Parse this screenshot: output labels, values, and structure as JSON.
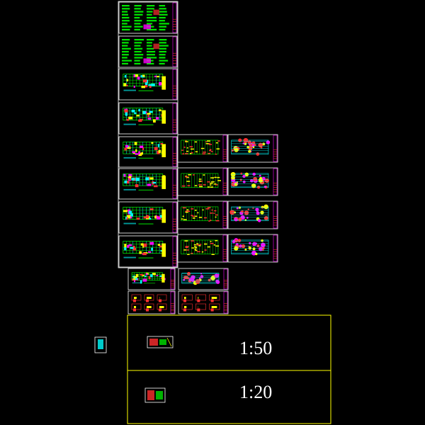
{
  "colors": {
    "background": "#000000",
    "sheet_border": "#ffffff",
    "frame": "#ffff00",
    "linework_green": "#00ff00",
    "linework_red": "#ff3030",
    "linework_yellow": "#ffff00",
    "linework_cyan": "#00ffff",
    "linework_magenta": "#ff00ff",
    "title_block": "#ff00ff"
  },
  "sheets": {
    "column_1": [
      "notes-sheet-1",
      "notes-sheet-2",
      "plan-sheet-1",
      "plan-sheet-2",
      "plan-sheet-3",
      "plan-sheet-4",
      "plan-sheet-5",
      "plan-sheet-6"
    ],
    "column_2": [
      "rebar-sheet-1",
      "rebar-sheet-2",
      "rebar-sheet-3",
      "rebar-sheet-4"
    ],
    "column_3": [
      "beam-sheet-1",
      "beam-sheet-2",
      "beam-sheet-3",
      "beam-sheet-4"
    ],
    "detail_row": [
      "detail-sheet-1",
      "detail-sheet-2",
      "detail-sheet-3",
      "detail-sheet-4"
    ]
  },
  "scales": {
    "upper": "1:50",
    "lower": "1:20"
  }
}
